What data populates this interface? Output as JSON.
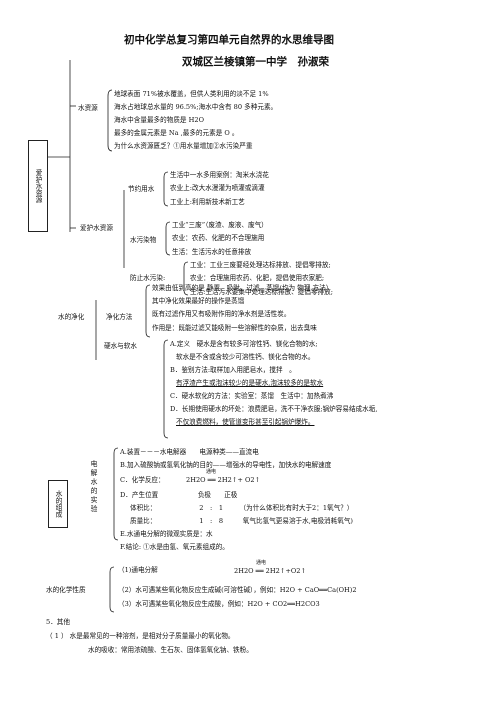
{
  "header": {
    "title": "初中化学总复习第四单元自然界的水思维导图",
    "subtitle": "双城区兰棱镇第一中学　孙淑荣"
  },
  "root": {
    "label": "爱护水资源"
  },
  "water_resources": {
    "label": "水资源",
    "l1": "地球表面 71%被水覆盖，但供人类利用的淡不足 1%",
    "l2": "海水占地球总水量的 96.5%;海水中含有 80 多种元素。",
    "l3": "海水中含量最多的物质是 H2O",
    "l4": "最多的金属元素是 Na ,最多的元素是 O 。",
    "l5": "为什么水资源匮乏？①用水量增加②水污染严重"
  },
  "protect": {
    "label": "爱护水资源",
    "save_label": "节约用水",
    "s1": "生活中一水多用案例：淘米水浇花",
    "s2": "农业上:改大水漫灌为喷灌或滴灌",
    "s3": "工业上:利用新技术新工艺",
    "pollution_label": "水污染物",
    "p1": "工业“三废”（废渣、废液、废气）",
    "p2": "农业：农药、化肥的不合理施用",
    "p3": "生活：生活污水的任意排放",
    "prevent_label": "防止水污染:",
    "v1": "工业：工业三废要经处理达标排放、提倡零排放;",
    "v2": "农业：合理施用农药、化肥，提倡使用农家肥;",
    "v3": "生活:生活污水要集中处理达标排放、提倡零排放;"
  },
  "purification": {
    "label": "水的净化",
    "method_label": "净化方法",
    "m1": "效果由低到高的是  静置、吸附、过滤、蒸馏(均为  物理  方法）",
    "m2": "其中净化效果最好的操作是蒸馏",
    "m3": "既有过滤作用又有吸附作用的净水剂是活性炭。",
    "m4": "作用是：既能过滤又能吸附一些溶解性的杂质，出去臭味",
    "hard_label": "硬水与软水",
    "h1": "A.定义　硬水是含有较多可溶性钙、镁化合物的水;",
    "h2": "软水是不含或含较少可溶性钙、镁化合物的水。",
    "h3": "B．鉴别方法:取样加入用肥皂水，搅拌　。",
    "h4": "有浮渣产生或泡沫较少的是硬水,泡沫较多的是软水",
    "h5": "C．硬水软化的方法：实验室：蒸馏　生活中：加热煮沸",
    "h6": "D．长期使用硬水的坏处：浪费肥皂，洗不干净衣服;锅炉容易结成水垢,",
    "h7": "不仅浪费燃料，使管道变形甚至引起锅炉爆炸。"
  },
  "composition": {
    "label": "水的组成",
    "exp_label": "电解水的实验",
    "e1": "A.装置－－－水电解器　　电源种类——直流电",
    "e2": "B.加入硫酸钠或氢氧化钠的目的——增强水的导电性，加快水的电解速度",
    "e3_label": "C．化学反应：",
    "e3_eq": "2H2O ══ 2H2↑+ O2↑",
    "e3_cond": "通电",
    "e4": "D．产生位置　　　　　　负极　　正极",
    "e5": "体积比：　　　　　　　2　:　1　　　（为什么体积比有时大于2：1氧气？）",
    "e6": "质量比：　　　　　　　1　:　8　　　氧气比氢气更易溶于水,电极消耗氧气)",
    "e7": "E.水通电分解的微观实质是：水",
    "e8": "F.结论: ①水是由氢、氧元素组成的。"
  },
  "chemical": {
    "label": "水的化学性质",
    "c1_label": "（1)通电分解",
    "c1_eq": "2H2O ══ 2H2↑+O2↑",
    "c1_cond": "通电",
    "c2": "（2）水可遇某些氧化物反应生成碱(可溶性碱），例如：H2O + CaO══Ca(OH)2",
    "c3": "（3）水可遇某些氧化物反应生成酸，例如：H2O + CO2══H2CO3"
  },
  "other": {
    "heading": "5．其他",
    "o1": "（ 1 ）  水是最常见的一种溶剂，是相对分子质量最小的氧化物。",
    "o2": "水的吸收：常用浓硫酸、生石灰、固体氢氧化钠、铁粉。"
  }
}
